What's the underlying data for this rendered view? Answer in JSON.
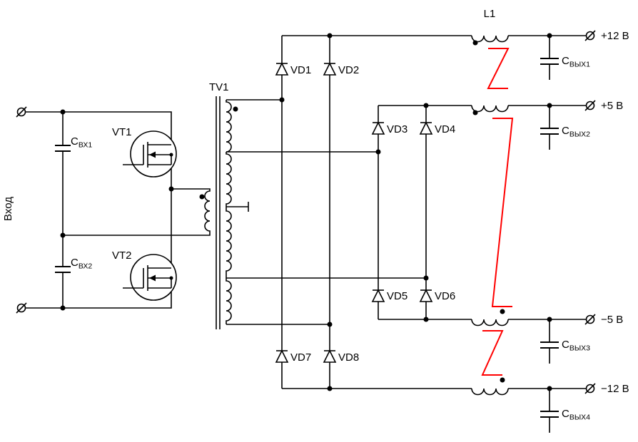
{
  "colors": {
    "wire": "#000000",
    "coupling": "#ff0000",
    "background": "#ffffff"
  },
  "input": {
    "label": "Вход",
    "cap1": {
      "main": "С",
      "sub": "ВХ1"
    },
    "cap2": {
      "main": "С",
      "sub": "ВХ2"
    }
  },
  "transistors": {
    "vt1": "VT1",
    "vt2": "VT2"
  },
  "transformer": {
    "label": "TV1"
  },
  "diodes": {
    "vd1": "VD1",
    "vd2": "VD2",
    "vd3": "VD3",
    "vd4": "VD4",
    "vd5": "VD5",
    "vd6": "VD6",
    "vd7": "VD7",
    "vd8": "VD8"
  },
  "choke": {
    "label": "L1"
  },
  "outputs": {
    "p12": {
      "terminal": "+12 В",
      "cap": {
        "main": "С",
        "sub": "ВЫХ1"
      }
    },
    "p5": {
      "terminal": "+5 В",
      "cap": {
        "main": "С",
        "sub": "ВЫХ2"
      }
    },
    "m5": {
      "terminal": "−5 В",
      "cap": {
        "main": "С",
        "sub": "ВЫХ3"
      }
    },
    "m12": {
      "terminal": "−12 В",
      "cap": {
        "main": "С",
        "sub": "ВЫХ4"
      }
    }
  }
}
